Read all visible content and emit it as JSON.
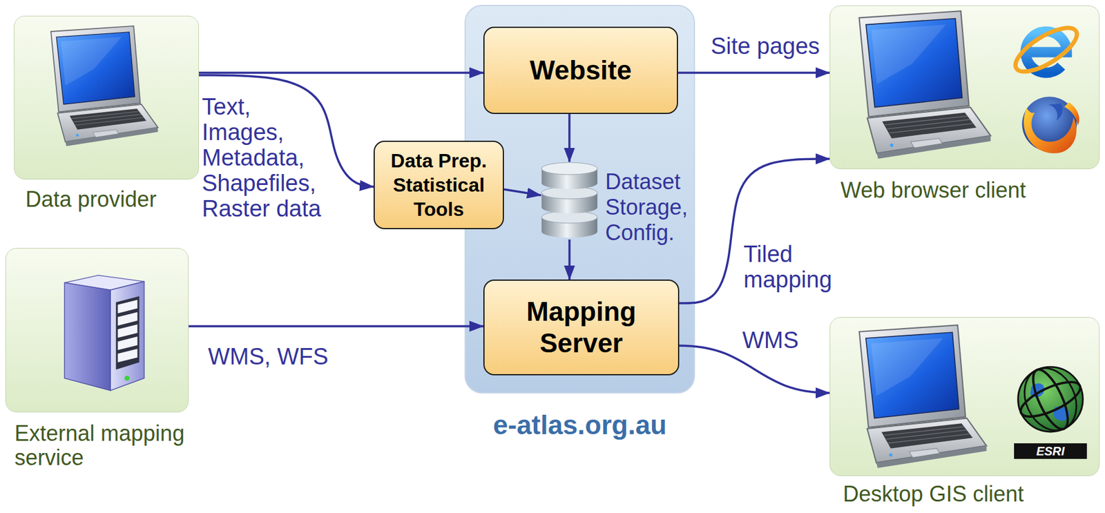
{
  "diagram": {
    "nodes": [
      {
        "text": [
          "Data provider"
        ]
      },
      {
        "text": [
          "External mapping service"
        ]
      },
      {
        "text": [
          "e-atlas.org.au"
        ]
      },
      {
        "text": [
          "Website"
        ],
        "in": 2
      },
      {
        "text": [
          "Data Prep. Statistical Tools"
        ],
        "in": 2
      },
      {
        "text": [
          "Dataset Storage, Config."
        ],
        "in": 2
      },
      {
        "text": [
          "Mapping Server"
        ],
        "in": 2
      },
      {
        "text": [
          "Web browser client"
        ]
      },
      {
        "text": [
          "Desktop GIS client"
        ]
      }
    ],
    "edges": [
      {
        "from": 0,
        "to": 3,
        "arrow": "to"
      },
      {
        "from": 0,
        "to": 4,
        "label": "Text, Images, Metadata, Shapefiles, Raster data",
        "arrow": "to"
      },
      {
        "from": 3,
        "to": 5,
        "arrow": "to"
      },
      {
        "from": 4,
        "to": 5,
        "arrow": "to"
      },
      {
        "from": 5,
        "to": 6,
        "arrow": "to"
      },
      {
        "from": 1,
        "to": 6,
        "label": "WMS, WFS",
        "arrow": "to"
      },
      {
        "from": 3,
        "to": 7,
        "label": "Site pages",
        "arrow": "to"
      },
      {
        "from": 6,
        "to": 7,
        "label": "Tiled mapping",
        "arrow": "to"
      },
      {
        "from": 6,
        "to": 8,
        "label": "WMS",
        "arrow": "to"
      }
    ],
    "labels": [
      "ESRI"
    ]
  }
}
